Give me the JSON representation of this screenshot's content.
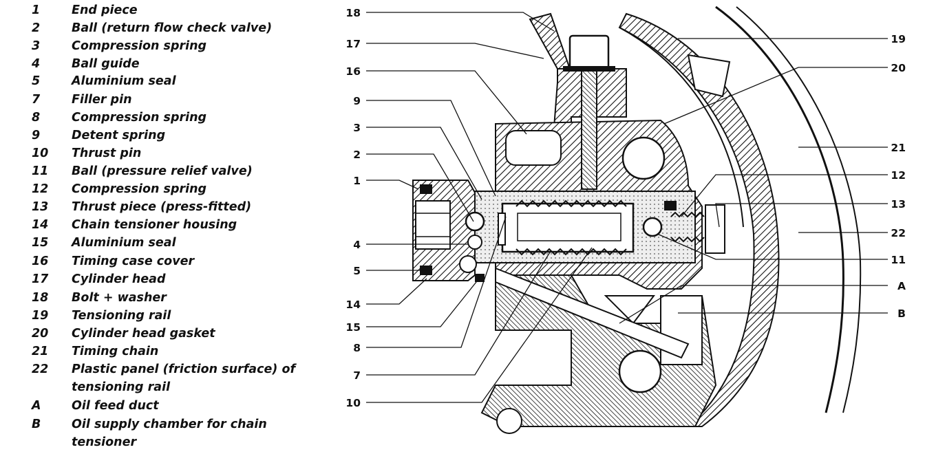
{
  "legend": [
    {
      "key": "1",
      "text": "End piece"
    },
    {
      "key": "2",
      "text": "Ball (return flow check valve)"
    },
    {
      "key": "3",
      "text": "Compression spring"
    },
    {
      "key": "4",
      "text": "Ball guide"
    },
    {
      "key": "5",
      "text": "Aluminium seal"
    },
    {
      "key": "7",
      "text": "Filler pin"
    },
    {
      "key": "8",
      "text": "Compression spring"
    },
    {
      "key": "9",
      "text": "Detent spring"
    },
    {
      "key": "10",
      "text": "Thrust pin"
    },
    {
      "key": "11",
      "text": "Ball (pressure relief valve)"
    },
    {
      "key": "12",
      "text": "Compression spring"
    },
    {
      "key": "13",
      "text": "Thrust piece (press-fitted)"
    },
    {
      "key": "14",
      "text": "Chain tensioner housing"
    },
    {
      "key": "15",
      "text": "Aluminium seal"
    },
    {
      "key": "16",
      "text": "Timing case cover"
    },
    {
      "key": "17",
      "text": "Cylinder head"
    },
    {
      "key": "18",
      "text": "Bolt + washer"
    },
    {
      "key": "19",
      "text": "Tensioning rail"
    },
    {
      "key": "20",
      "text": "Cylinder head gasket"
    },
    {
      "key": "21",
      "text": "Timing chain"
    },
    {
      "key": "22",
      "text": "Plastic panel (friction surface) of",
      "text2": "tensioning rail"
    },
    {
      "key": "A",
      "text": "Oil feed duct"
    },
    {
      "key": "B",
      "text": "Oil supply chamber for chain",
      "text2": "tensioner"
    }
  ],
  "callouts": {
    "left": [
      "18",
      "17",
      "16",
      "9",
      "3",
      "2",
      "1",
      "4",
      "5",
      "14",
      "15",
      "8",
      "7",
      "10"
    ],
    "right": [
      "19",
      "20",
      "21",
      "12",
      "13",
      "22",
      "11",
      "A",
      "B"
    ]
  }
}
